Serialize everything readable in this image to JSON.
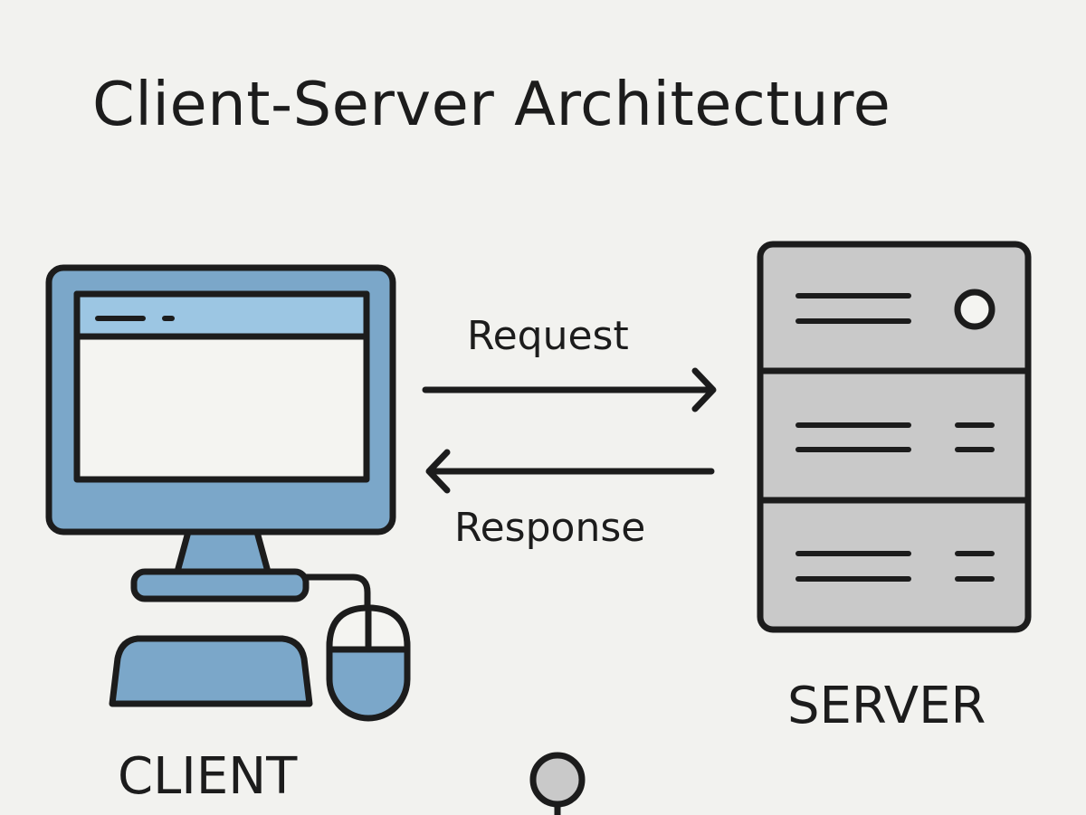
{
  "title": "Client-Server Architecture",
  "labels": {
    "request": "Request",
    "response": "Response",
    "client": "CLIENT",
    "server": "SERVER"
  },
  "colors": {
    "background": "#f2f2ef",
    "stroke": "#1c1c1c",
    "client_blue": "#7ba7c9",
    "client_light": "#9cc6e3",
    "screen": "#f4f4f1",
    "server_gray": "#c9c9c9"
  },
  "icons": {
    "client": "desktop-computer-icon",
    "mouse": "mouse-icon",
    "server": "server-rack-icon",
    "node": "connector-node-icon"
  }
}
